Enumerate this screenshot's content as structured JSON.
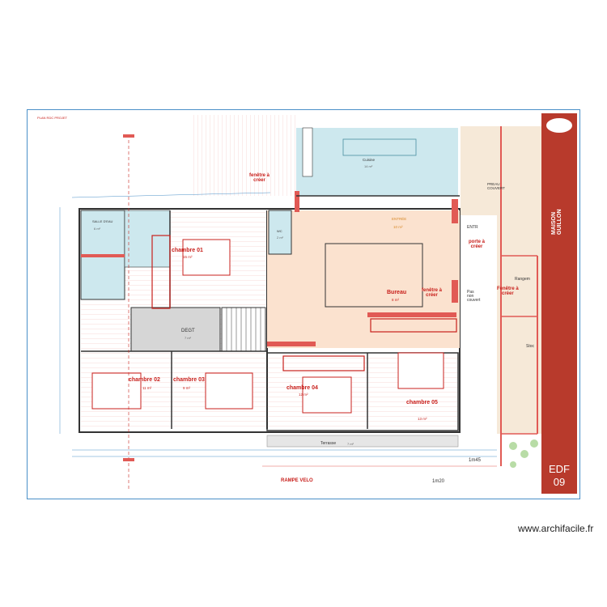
{
  "sheet_header": "PLAN RDC PROJET",
  "rooms": {
    "chambre01": {
      "name": "chambre 01",
      "area": "15 m²"
    },
    "chambre02": {
      "name": "chambre 02",
      "area": "11 m²"
    },
    "chambre03": {
      "name": "chambre 03",
      "area": "9 m²"
    },
    "chambre04": {
      "name": "chambre 04",
      "area": "12 m²"
    },
    "chambre05": {
      "name": "chambre 05",
      "area": "13 m²"
    },
    "bureau": {
      "name": "Bureau",
      "area": "8 m²"
    },
    "degt": {
      "name": "DEGT",
      "area": "7 m²"
    },
    "salle_deau": {
      "name": "SALLE D'EAU",
      "area": "6 m²"
    },
    "wc": {
      "name": "WC",
      "area": "2 m²"
    },
    "cuisine": {
      "name": "Cuisine",
      "area": "14 m²"
    },
    "terrasse": {
      "name": "Terrasse",
      "area": "7 m²"
    },
    "entree": {
      "name": "ENTRÉE",
      "area": "10 m²"
    },
    "preau": {
      "name": "PREAU COUVERT"
    },
    "rangement": {
      "name": "Rangem"
    },
    "stockage": {
      "name": "Stoc"
    }
  },
  "notes": {
    "fenetre1": "fenêtre à\ncréer",
    "fenetre2": "fenêtre à\ncréer",
    "fenetre3": "Fenêtre à\ncréer",
    "porte": "porte à\ncréer",
    "rampe": "RAMPE VELO",
    "non_couvert": "Pas\nnon\ncouvert",
    "dim_1m45": "1m45",
    "dim_1m20": "1m20",
    "entree_label": "ENTR"
  },
  "titleblock": {
    "company": "MAISON GUILLON",
    "sheet_code": "EDF",
    "sheet_num": "09"
  },
  "watermark": "www.archifacile.fr"
}
